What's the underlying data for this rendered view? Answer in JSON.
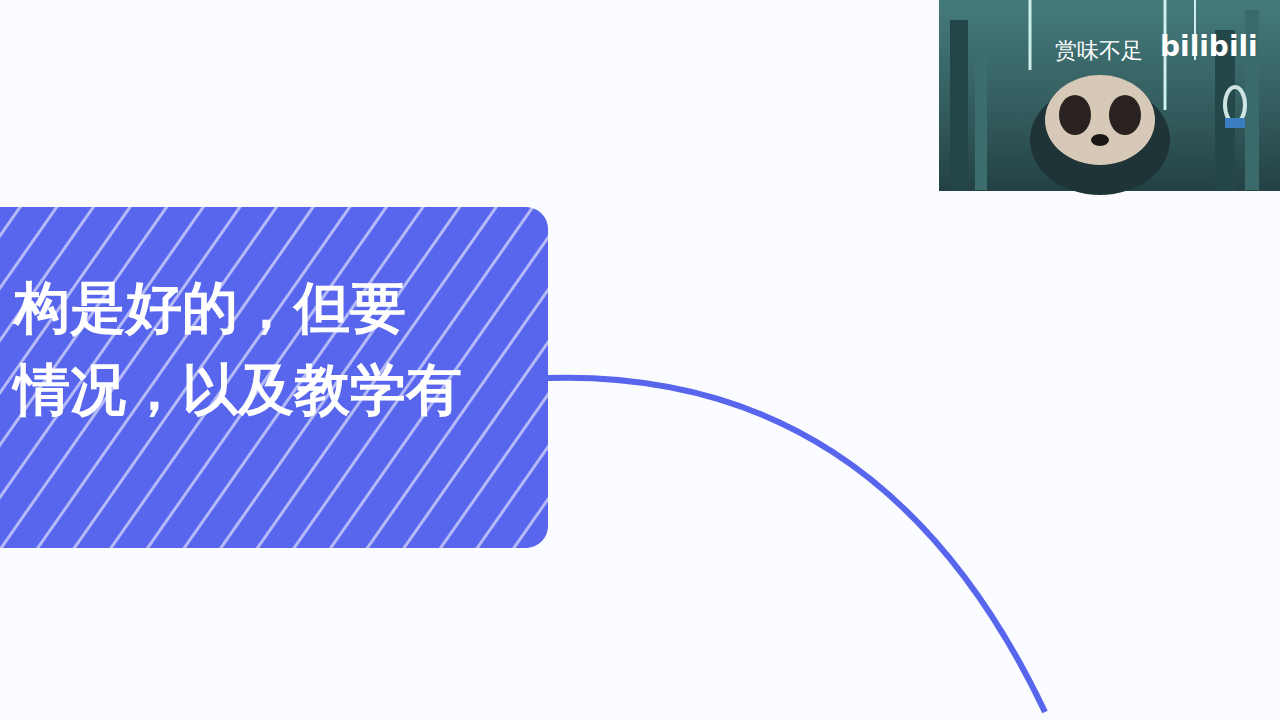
{
  "diagram": {
    "nodes": [
      {
        "text": [
          "构是好的，但要 情况，以及教学有"
        ]
      }
    ],
    "labels": [
      "赏味不足",
      "bilibili"
    ]
  }
}
